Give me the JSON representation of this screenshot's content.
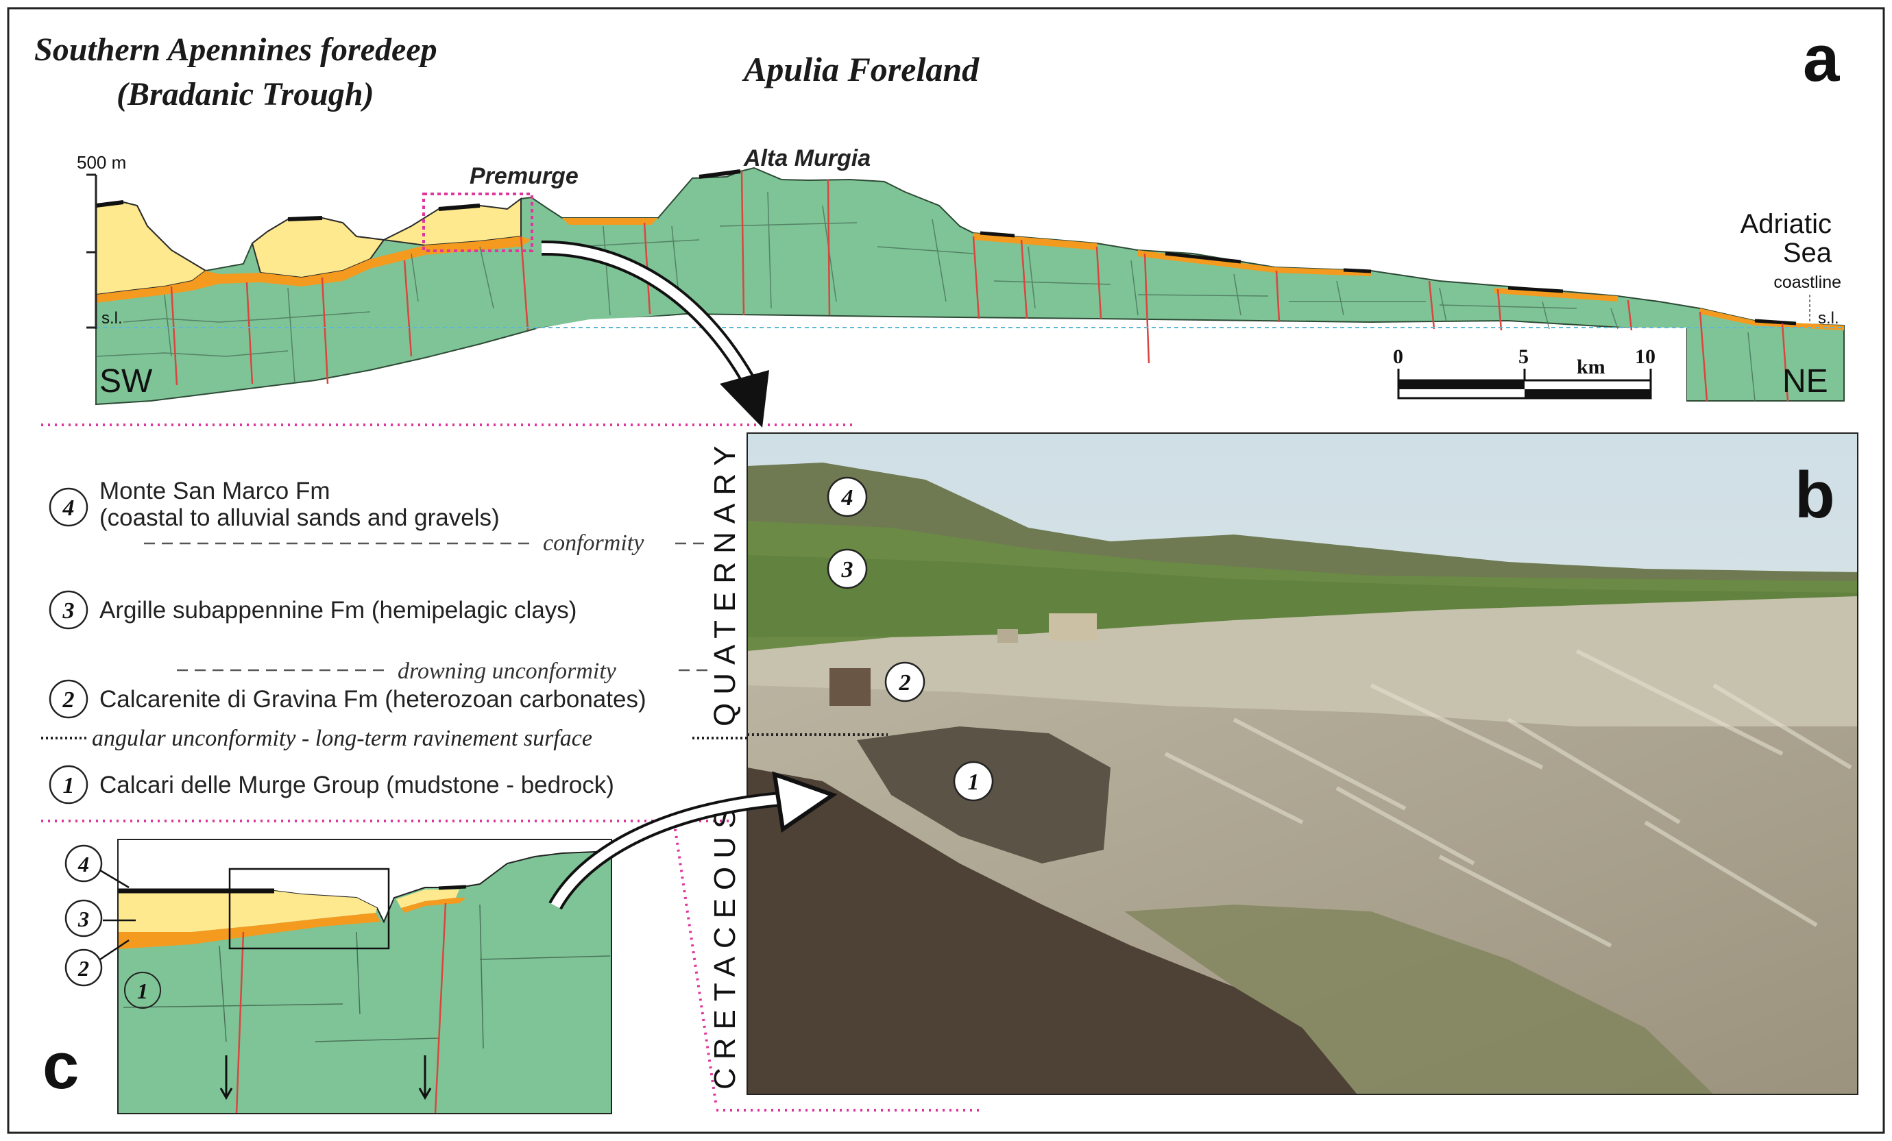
{
  "panel_a": {
    "letter": "a",
    "title_left_line1": "Southern Apennines foredeep",
    "title_left_line2": "(Bradanic Trough)",
    "title_center": "Apulia Foreland",
    "elev_label": "500 m",
    "sl_left": "s.l.",
    "sl_right": "s.l.",
    "premurge": "Premurge",
    "alta_murgia": "Alta Murgia",
    "adriatic_line1": "Adriatic",
    "adriatic_line2": "Sea",
    "coastline": "coastline",
    "sw": "SW",
    "ne": "NE",
    "scale": {
      "t0": "0",
      "t5": "5",
      "t10": "10",
      "unit": "km"
    }
  },
  "panel_b": {
    "letter": "b",
    "quaternary": "QUATERNARY",
    "cretaceous": "CRETACEOUS",
    "photo_markers": [
      "4",
      "3",
      "2",
      "1"
    ]
  },
  "panel_c": {
    "letter": "c",
    "markers": [
      "4",
      "3",
      "2",
      "1"
    ]
  },
  "legend": {
    "f4_num": "4",
    "f4_name": "Monte San Marco Fm",
    "f4_desc": "(coastal to alluvial sands and gravels)",
    "conformity": "conformity",
    "f3_num": "3",
    "f3_text": "Argille subappennine Fm (hemipelagic clays)",
    "drowning": "drowning unconformity",
    "f2_num": "2",
    "f2_text": "Calcarenite di Gravina Fm (heterozoan carbonates)",
    "angular": "angular unconformity - long-term ravinement surface",
    "f1_num": "1",
    "f1_text": "Calcari delle Murge Group (mudstone - bedrock)"
  },
  "colors": {
    "bedrock": "#7ec497",
    "yellow": "#ffe98f",
    "orange": "#f39a1f",
    "fault": "#d9463f",
    "magenta": "#e0359b",
    "sky": "#dde7ea"
  }
}
